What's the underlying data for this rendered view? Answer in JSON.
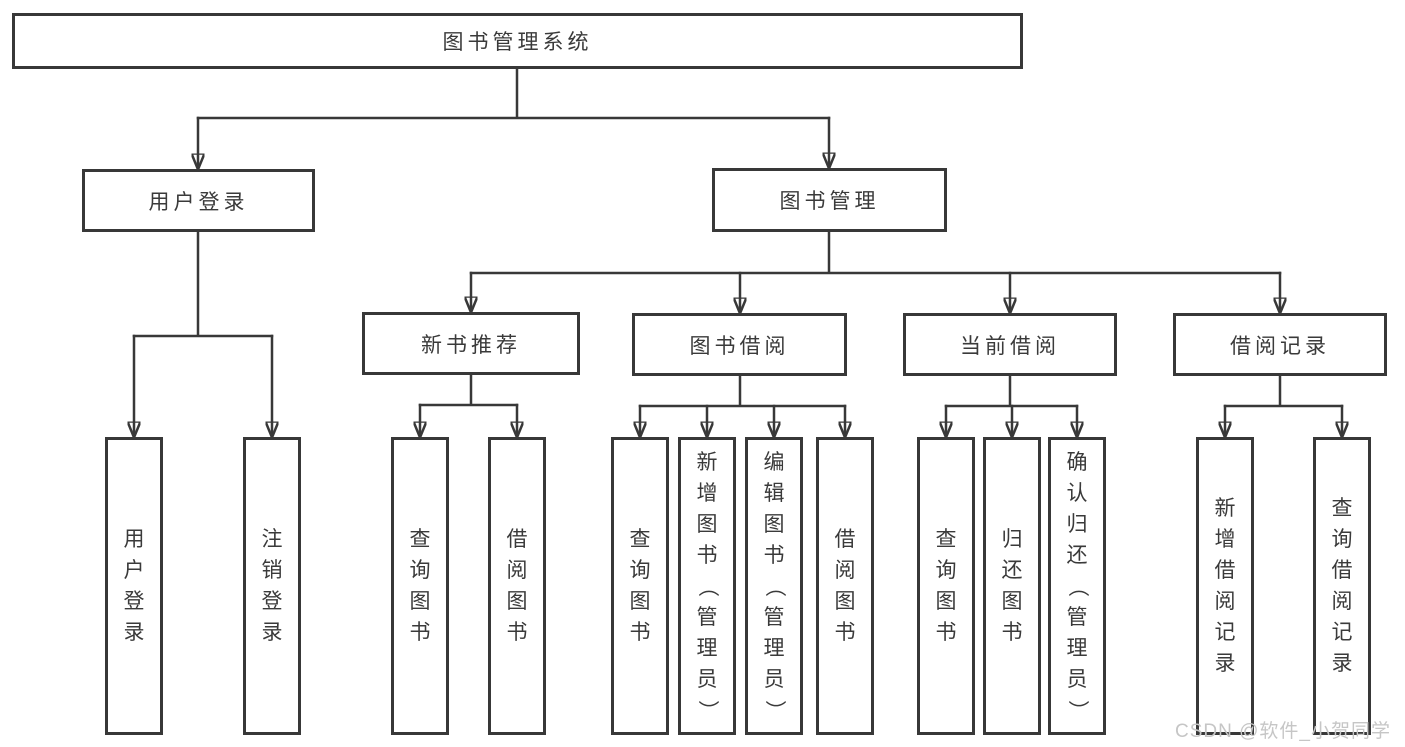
{
  "tree": {
    "root": "图书管理系统",
    "children": [
      {
        "label": "用户登录",
        "children": [
          {
            "label": "用户登录"
          },
          {
            "label": "注销登录"
          }
        ]
      },
      {
        "label": "图书管理",
        "children": [
          {
            "label": "新书推荐",
            "children": [
              {
                "label": "查询图书"
              },
              {
                "label": "借阅图书"
              }
            ]
          },
          {
            "label": "图书借阅",
            "children": [
              {
                "label": "查询图书"
              },
              {
                "label": "新增图书（管理员）"
              },
              {
                "label": "编辑图书（管理员）"
              },
              {
                "label": "借阅图书"
              }
            ]
          },
          {
            "label": "当前借阅",
            "children": [
              {
                "label": "查询图书"
              },
              {
                "label": "归还图书"
              },
              {
                "label": "确认归还（管理员）"
              }
            ]
          },
          {
            "label": "借阅记录",
            "children": [
              {
                "label": "新增借阅记录"
              },
              {
                "label": "查询借阅记录"
              }
            ]
          }
        ]
      }
    ]
  },
  "watermark": {
    "text": "CSDN @软件_小贺同学"
  },
  "colors": {
    "line": "#383838",
    "text": "#3a3a3a",
    "watermark": "#c6c6c6",
    "background": "#ffffff"
  }
}
